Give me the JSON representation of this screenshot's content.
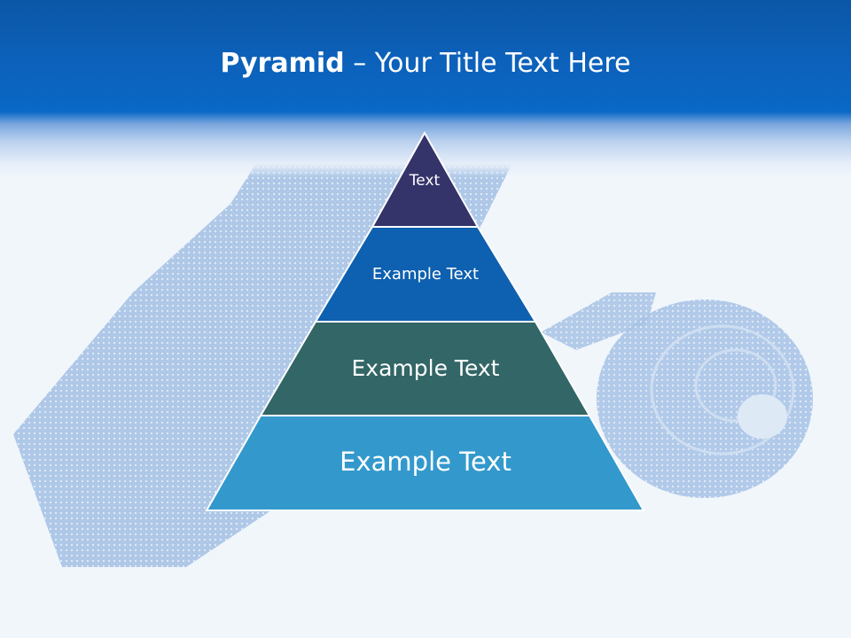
{
  "title": {
    "bold": "Pyramid",
    "rest": " – Your Title Text Here"
  },
  "pyramid": {
    "levels": [
      {
        "label": "Text",
        "color": "#34336a"
      },
      {
        "label": "Example Text",
        "color": "#0e60b0"
      },
      {
        "label": "Example Text",
        "color": "#336666"
      },
      {
        "label": "Example Text",
        "color": "#3399cc"
      }
    ]
  },
  "background": {
    "tie_color": "#a9c4e6"
  }
}
